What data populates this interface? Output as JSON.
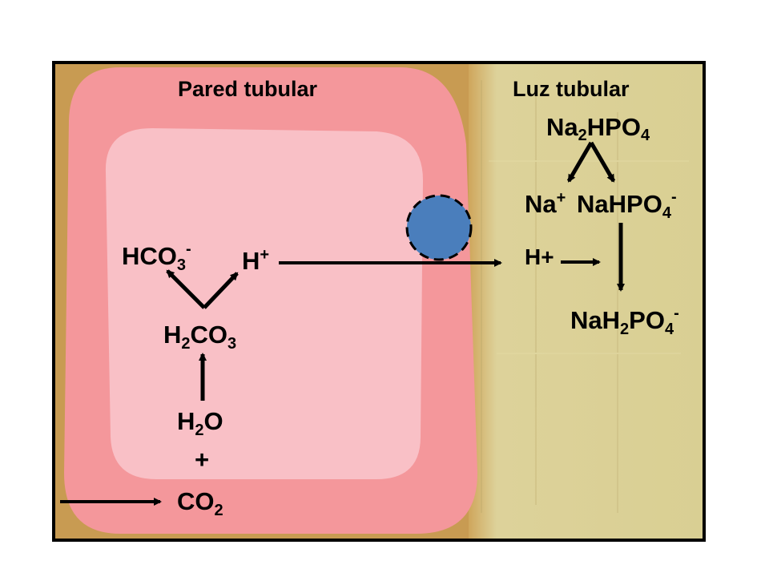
{
  "labels": {
    "wall": "Pared tubular",
    "lumen": "Luz tubular",
    "na2hpo4": {
      "base": "Na",
      "sub1": "2",
      "mid": "HPO",
      "sub2": "4"
    },
    "na_plus": {
      "base": "Na",
      "sup": "+"
    },
    "nahpo4": {
      "base": "NaHPO",
      "sub": "4",
      "sup": "-"
    },
    "h_plus_lumen": "H+",
    "nah2po4": {
      "base": "NaH",
      "sub1": "2",
      "mid": "PO",
      "sub2": "4",
      "sup": "-"
    },
    "hco3": {
      "base": "HCO",
      "sub": "3",
      "sup": "-"
    },
    "h_plus_cell": {
      "base": "H",
      "sup": "+"
    },
    "h2co3": {
      "a": "H",
      "sub1": "2",
      "b": "CO",
      "sub2": "3"
    },
    "h2o": {
      "a": "H",
      "sub": "2",
      "b": "O"
    },
    "plus": "+",
    "co2": {
      "base": "CO",
      "sub": "2"
    }
  },
  "colors": {
    "outer_tissue": "#c89b52",
    "cell_outer": "#f4979b",
    "cell_inner": "#f9c0c6",
    "lumen": "#ddd49a",
    "transporter": "#4a7ebc",
    "frame": "#000000"
  }
}
